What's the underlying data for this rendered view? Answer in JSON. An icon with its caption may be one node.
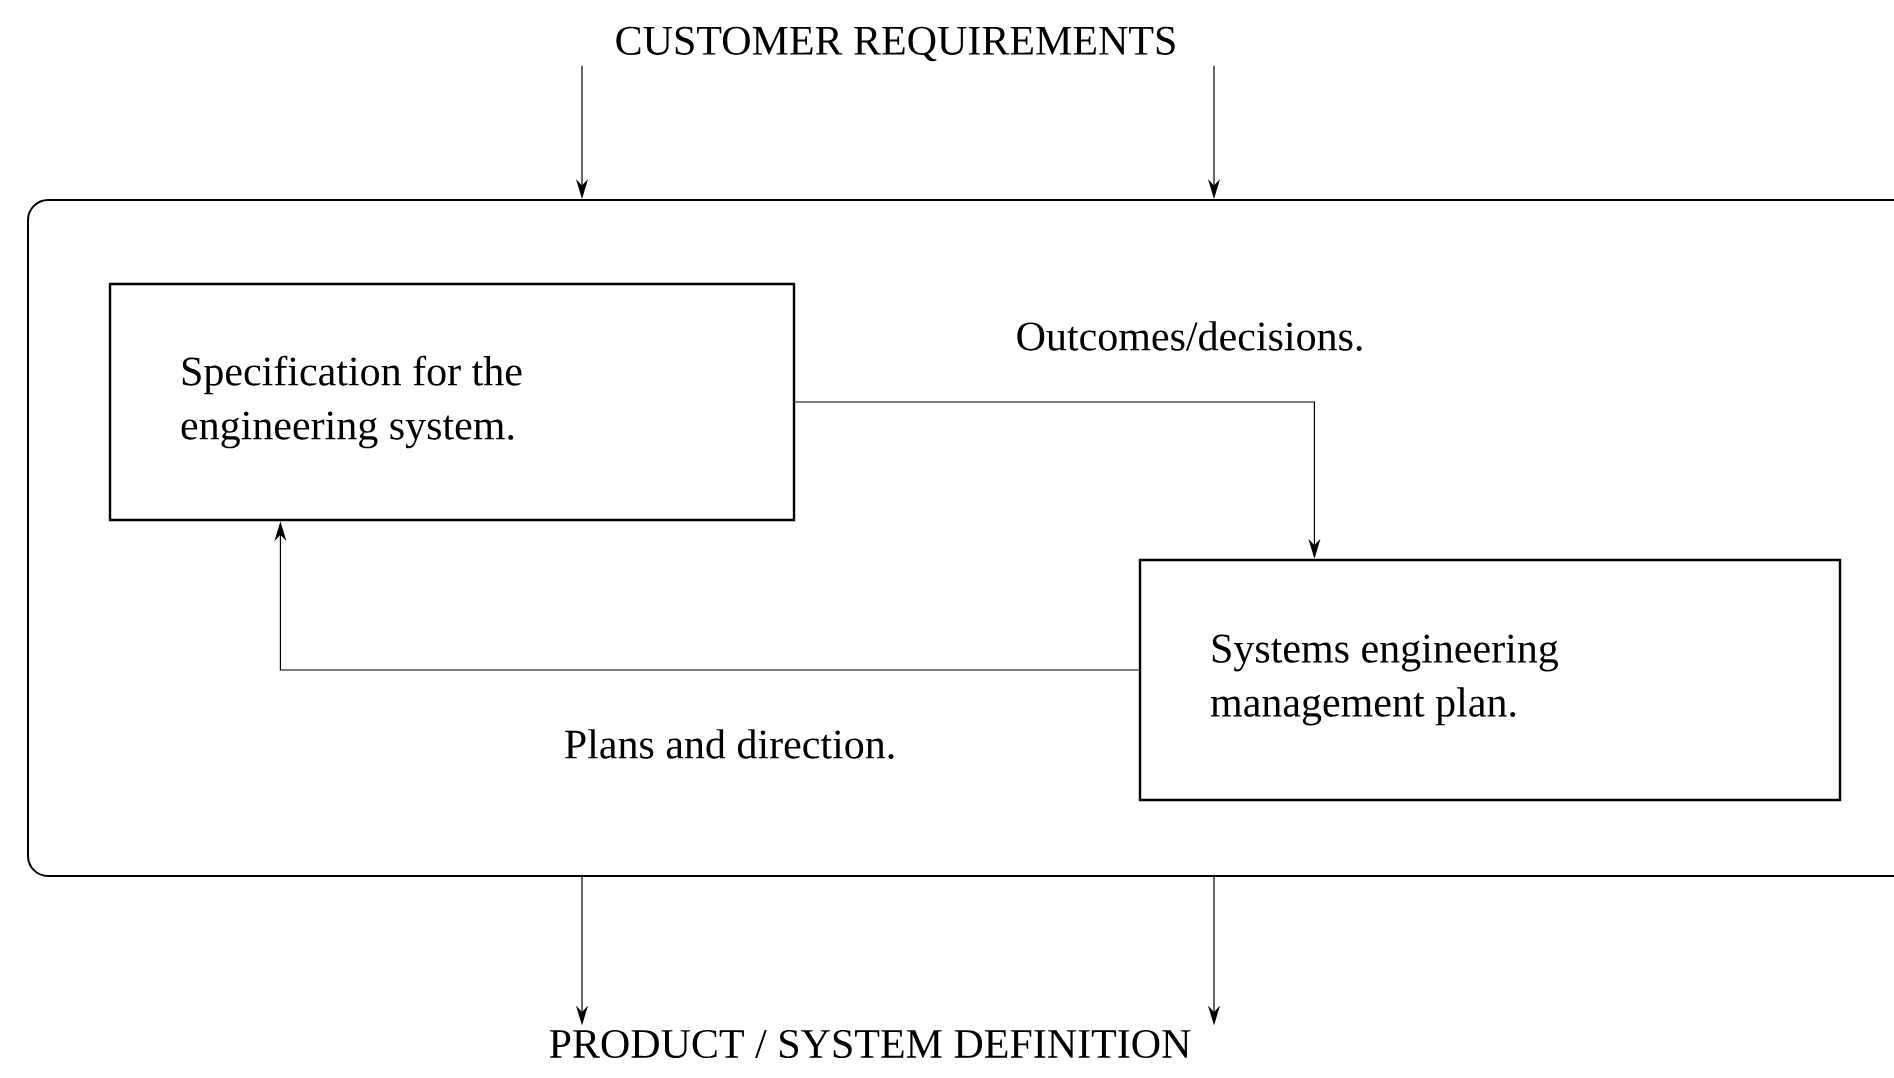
{
  "diagram": {
    "nodes": [
      {
        "text": [
          "CUSTOMER  REQUIREMENTS"
        ]
      },
      {
        "text": [],
        "shape": "box"
      },
      {
        "text": [
          "Specification for the engineering system."
        ],
        "in": 1
      },
      {
        "text": [
          "Systems engineering management plan."
        ],
        "in": 1
      },
      {
        "text": [
          "PRODUCT / SYSTEM  DEFINITION"
        ]
      }
    ],
    "edges": [
      {
        "from": 0,
        "to": 1,
        "arrow": "to"
      },
      {
        "from": 0,
        "to": 1,
        "arrow": "to"
      },
      {
        "from": 2,
        "to": 3,
        "arrow": "to",
        "label": "Outcomes/decisions."
      },
      {
        "from": 3,
        "to": 2,
        "arrow": "to",
        "label": "Plans and direction."
      },
      {
        "from": 1,
        "to": 4,
        "arrow": "to"
      },
      {
        "from": 1,
        "to": 4,
        "arrow": "to"
      }
    ]
  }
}
